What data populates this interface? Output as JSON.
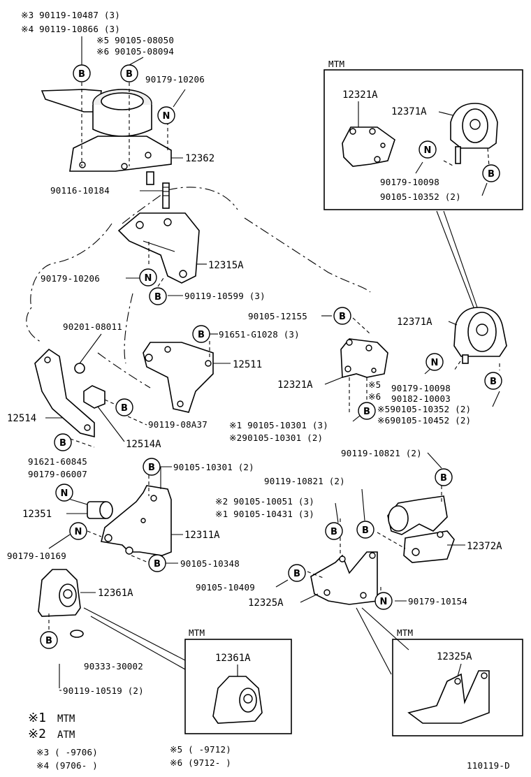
{
  "callouts": {
    "B": "B",
    "N": "N"
  },
  "labels": {
    "l1": "※3  90119-10487 (3)",
    "l2": "※4  90119-10866 (3)",
    "l3": "※5 90105-08050",
    "l4": "※6 90105-08094",
    "l5": "90179-10206",
    "l6": "12362",
    "l7": "90116-10184",
    "l8": "12315A",
    "l9": "90179-10206",
    "l10": "90119-10599 (3)",
    "l11": "90201-08011",
    "l12": "91651-G1028 (3)",
    "l13": "12511",
    "l14": "12514",
    "l15": "12514A",
    "l16": "90119-08A37",
    "l17": "91621-60845",
    "l18": "90179-06007",
    "l19": "90105-10301 (2)",
    "l20": "12351",
    "l21": "12311A",
    "l22": "90179-10169",
    "l23": "90105-10348",
    "l24": "12361A",
    "l25": "90333-30002",
    "l26": "90119-10519 (2)",
    "l27": "90105-12155",
    "l28": "12371A",
    "l29": "12321A",
    "l30": "※5",
    "l31": "※6",
    "l32": "90179-10098",
    "l33": "90182-10003",
    "l34": "※590105-10352 (2)",
    "l35": "※690105-10452 (2)",
    "l36": "※1 90105-10301 (3)",
    "l37": "※290105-10301 (2)",
    "l38": "90119-10821 (2)",
    "l39": "90119-10821 (2)",
    "l40": "※2 90105-10051 (3)",
    "l41": "※1 90105-10431 (3)",
    "l42": "12372A",
    "l43": "90105-10409",
    "l44": "12325A",
    "l45": "90179-10154",
    "l46": "12321A",
    "l47": "12371A",
    "l48": "90179-10098",
    "l49": "90105-10352 (2)"
  },
  "mtm_box_top": {
    "title": "MTM"
  },
  "mtm_box_left": {
    "title": "MTM",
    "part": "12361A"
  },
  "mtm_box_right": {
    "title": "MTM",
    "part": "12325A"
  },
  "notes": {
    "n1_mark": "※1",
    "n1_text": "MTM",
    "n2_mark": "※2",
    "n2_text": "ATM",
    "n3": "※3 (      -9706)",
    "n4": "※4 (9706-      )",
    "n5": "※5 (      -9712)",
    "n6": "※6 (9712-      )"
  },
  "figure_id": "110119-D"
}
